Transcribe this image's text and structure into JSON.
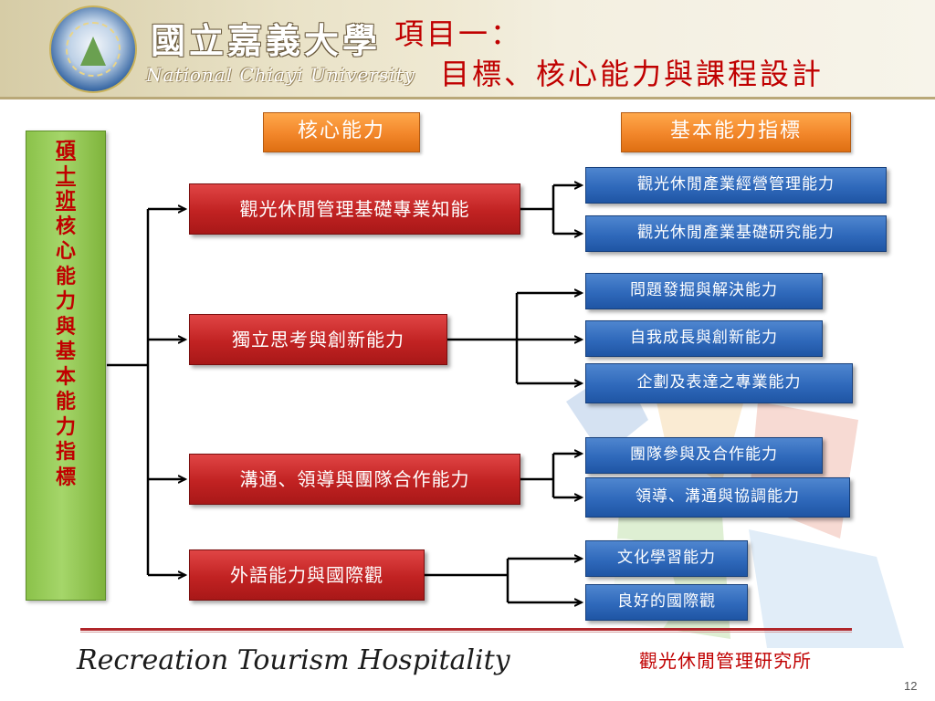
{
  "header": {
    "university_name_zh": "國立嘉義大學",
    "university_name_en": "National Chiayi University",
    "title_line1": "項目一：",
    "title_line2": "目標、核心能力與課程設計",
    "emblem_icon": "university-emblem-icon"
  },
  "column_headers": {
    "core": "核心能力",
    "basic": "基本能力指標"
  },
  "side_label": {
    "underlined_chars": [
      "碩",
      "士",
      "班"
    ],
    "chars": [
      "核",
      "心",
      "能",
      "力",
      "與",
      "基",
      "本",
      "能",
      "力",
      "指",
      "標"
    ]
  },
  "core_abilities": [
    {
      "label": "觀光休閒管理基礎專業知能",
      "indicators": [
        "觀光休閒產業經營管理能力",
        "觀光休閒產業基礎研究能力"
      ]
    },
    {
      "label": "獨立思考與創新能力",
      "indicators": [
        "問題發掘與解決能力",
        "自我成長與創新能力",
        "企劃及表達之專業能力"
      ]
    },
    {
      "label": "溝通、領導與團隊合作能力",
      "indicators": [
        "團隊參與及合作能力",
        "領導、溝通與協調能力"
      ]
    },
    {
      "label": "外語能力與國際觀",
      "indicators": [
        "文化學習能力",
        "良好的國際觀"
      ]
    }
  ],
  "footer": {
    "brand": "Recreation Tourism Hospitality",
    "department": "觀光休閒管理研究所",
    "page_number": "12"
  },
  "colors": {
    "title": "#c00000",
    "core_box": "#c12222",
    "indicator_box": "#2f69bb",
    "header_box": "#f2862a",
    "side_box": "#8bc24a",
    "footer_rule": "#b0262a"
  }
}
